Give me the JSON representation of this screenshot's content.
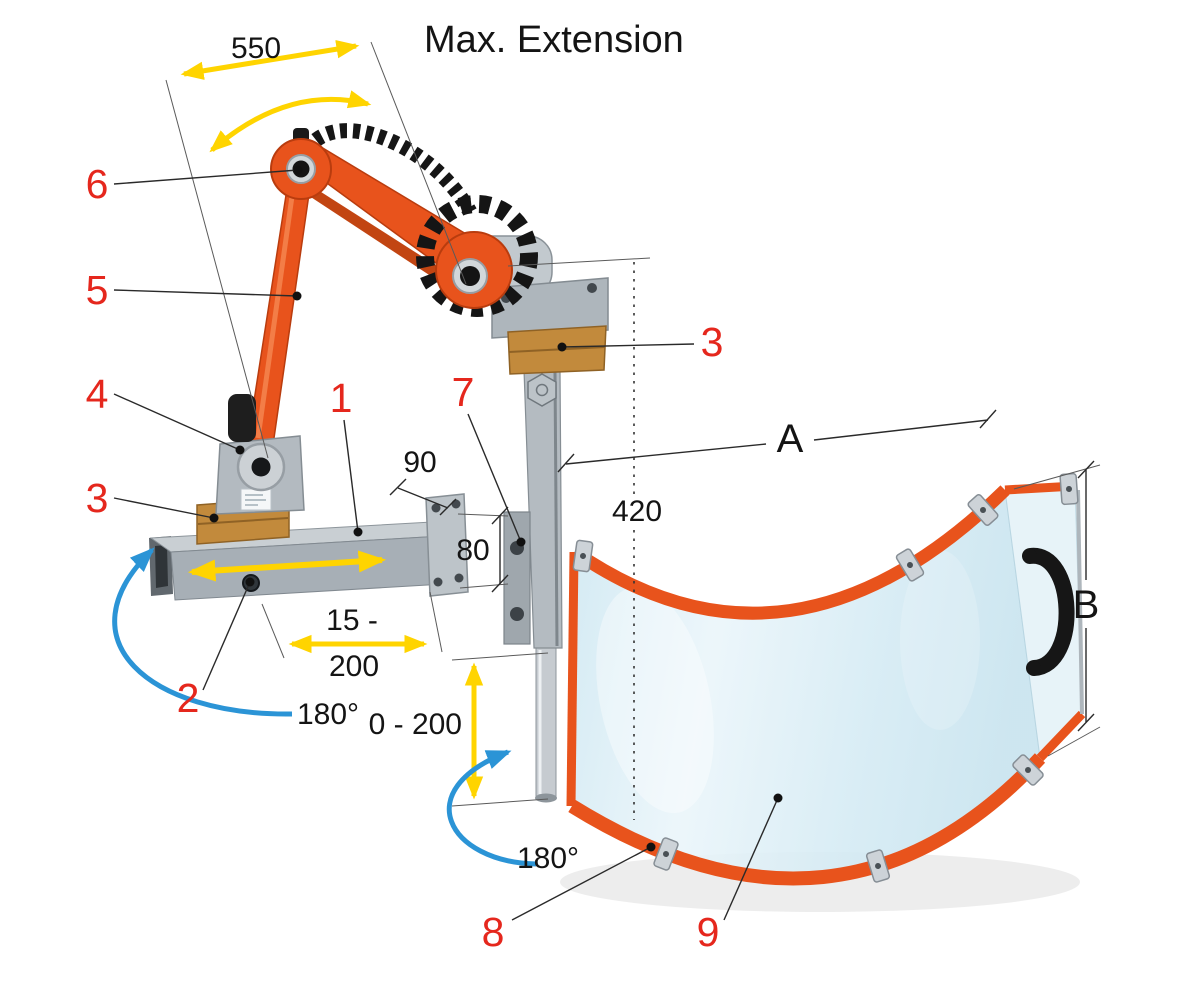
{
  "title": "Max. Extension",
  "callouts": {
    "n1": "1",
    "n2": "2",
    "n3_left": "3",
    "n3_right": "3",
    "n4": "4",
    "n5": "5",
    "n6": "6",
    "n7": "7",
    "n8": "8",
    "n9": "9"
  },
  "dimensions": {
    "arm_reach": "550",
    "flange_width": "90",
    "beam_section": "80",
    "horizontal_adjust_top": "15 -",
    "horizontal_adjust_bottom": "200",
    "column_length": "420",
    "vertical_adjust": "0 - 200",
    "swivel_beam": "180°",
    "swivel_column": "180°",
    "width_label": "A",
    "height_label": "B"
  },
  "colors": {
    "callout": "#e5271d",
    "dim_text": "#141414",
    "arrow_yellow": "#ffd400",
    "arrow_blue": "#2b94d6",
    "arm_orange": "#e8531c",
    "metal_grey": "#aab2b9",
    "clamp_brass": "#c28a3c",
    "glass_blue": "#d9ecf5"
  }
}
